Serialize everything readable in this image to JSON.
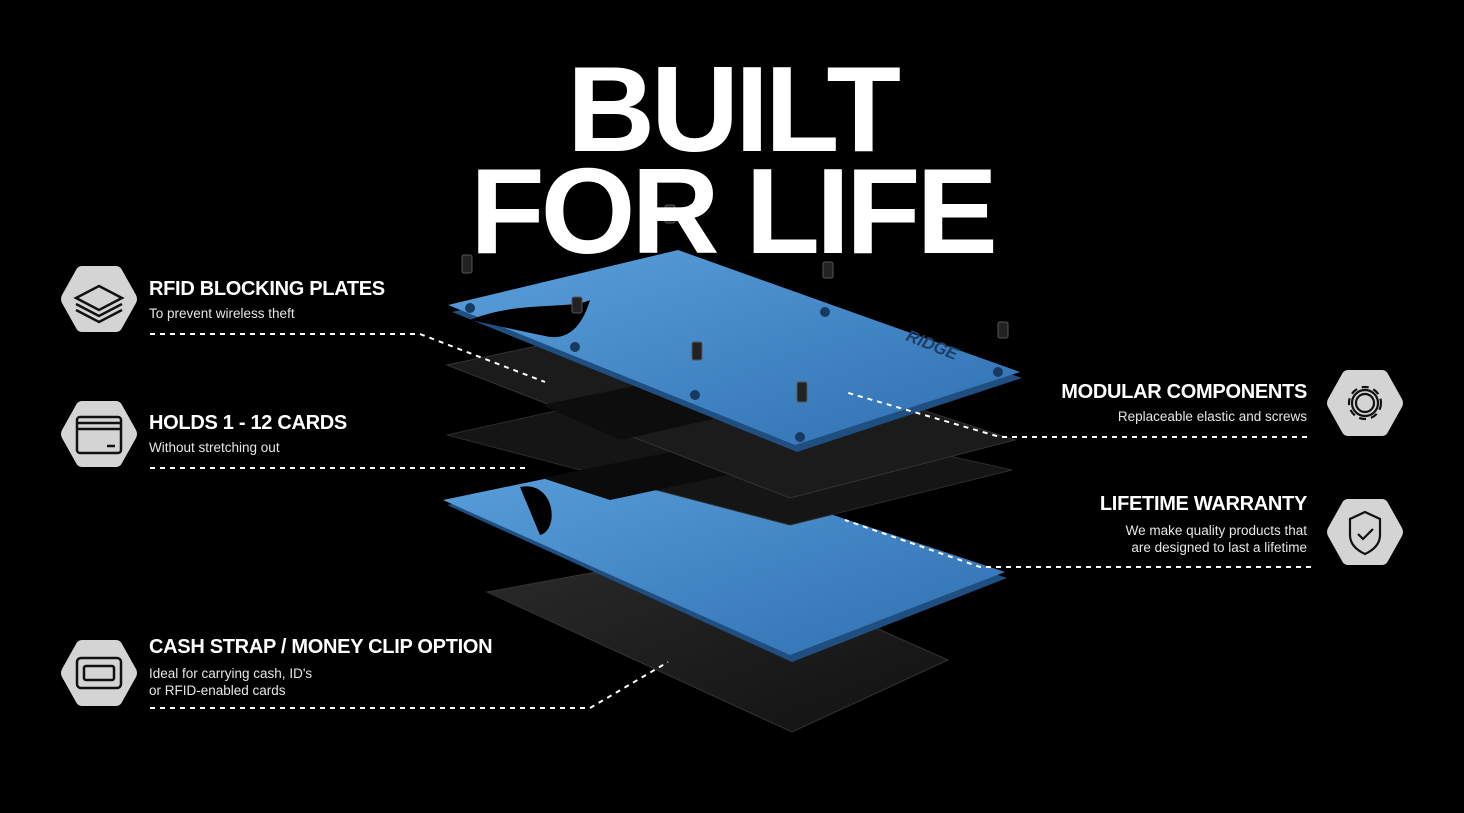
{
  "headline": {
    "line1": "BUILT",
    "line2": "FOR LIFE"
  },
  "brand_mark": "RIDGE",
  "features": [
    {
      "title": "RFID BLOCKING PLATES",
      "desc": [
        "To prevent wireless theft"
      ],
      "icon": "layers-icon"
    },
    {
      "title": "HOLDS 1 - 12 CARDS",
      "desc": [
        "Without stretching out"
      ],
      "icon": "cards-icon"
    },
    {
      "title": "CASH STRAP / MONEY CLIP OPTION",
      "desc": [
        "Ideal for carrying cash, ID's",
        "or RFID-enabled cards"
      ],
      "icon": "cash-strap-icon"
    },
    {
      "title": "MODULAR COMPONENTS",
      "desc": [
        "Replaceable elastic and screws"
      ],
      "icon": "gear-icon"
    },
    {
      "title": "LIFETIME WARRANTY",
      "desc": [
        "We make quality products that",
        "are designed to last a lifetime"
      ],
      "icon": "shield-check-icon"
    }
  ],
  "colors": {
    "background": "#000000",
    "plate_blue": "#3f86c9",
    "icon_bg": "#d4d4d4"
  }
}
